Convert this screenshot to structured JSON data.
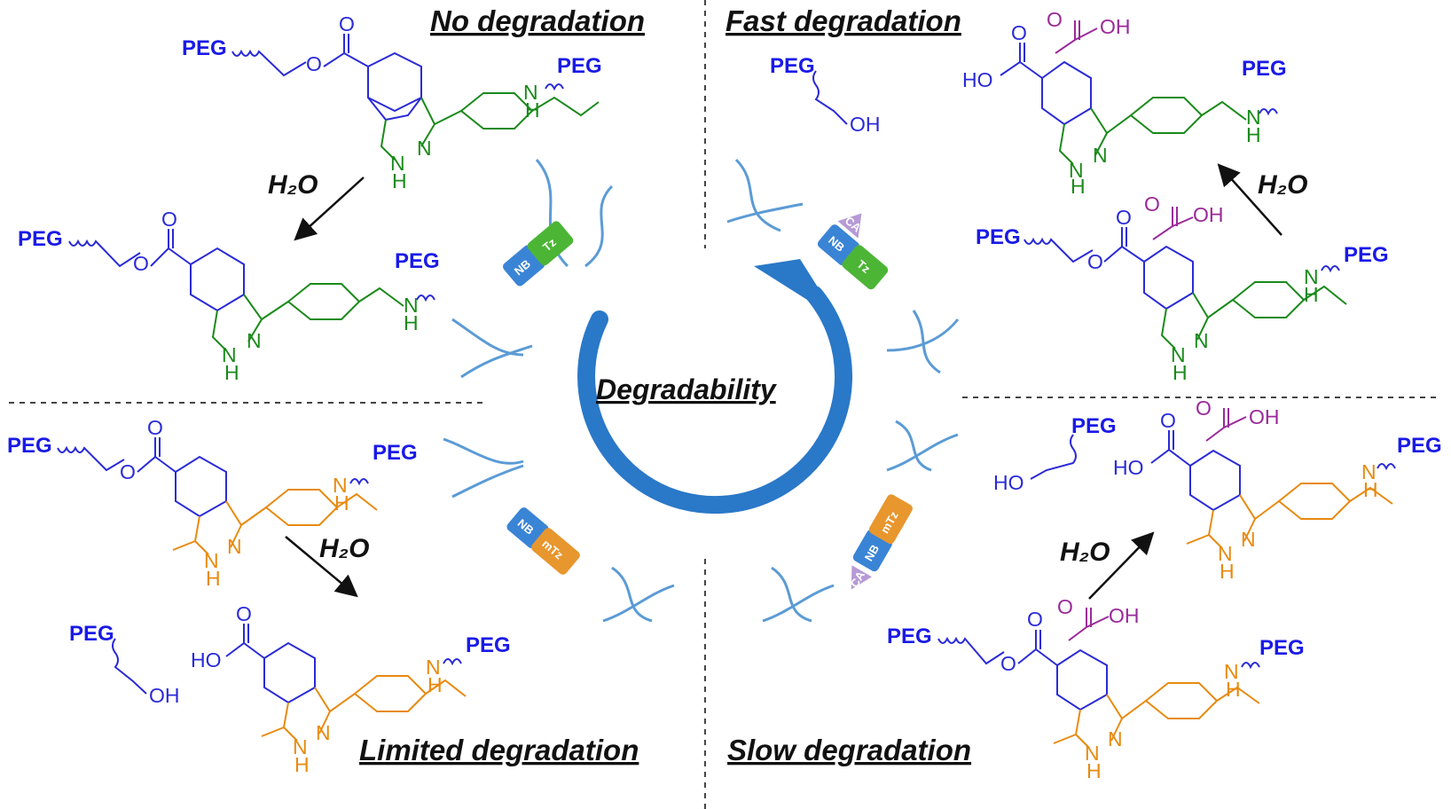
{
  "quadrants": {
    "top_left": {
      "title": "No degradation"
    },
    "top_right": {
      "title": "Fast degradation"
    },
    "bottom_left": {
      "title": "Limited degradation"
    },
    "bottom_right": {
      "title": "Slow degradation"
    }
  },
  "center": {
    "label": "Degradability"
  },
  "reagent": {
    "water": "H₂O"
  },
  "labels": {
    "peg": "PEG",
    "oh": "OH",
    "ho": "HO",
    "o": "O",
    "nh": "N",
    "h": "H",
    "n": "N"
  },
  "linkers": {
    "nb": "NB",
    "tz": "Tz",
    "mtz": "mTz",
    "ca": "CA"
  },
  "colors": {
    "blue": "#2a2ad8",
    "green": "#1a8a1a",
    "orange": "#e88a10",
    "purple": "#9a2a9a",
    "arrow": "#2a78c8",
    "tz_block": "#4cb535",
    "mtz_block": "#e8962e",
    "nb_block": "#3a84d6",
    "ca_block": "#b79ad6"
  },
  "icons": {
    "cycle": "circular-arrow-icon",
    "reaction": "reaction-arrow-icon"
  }
}
